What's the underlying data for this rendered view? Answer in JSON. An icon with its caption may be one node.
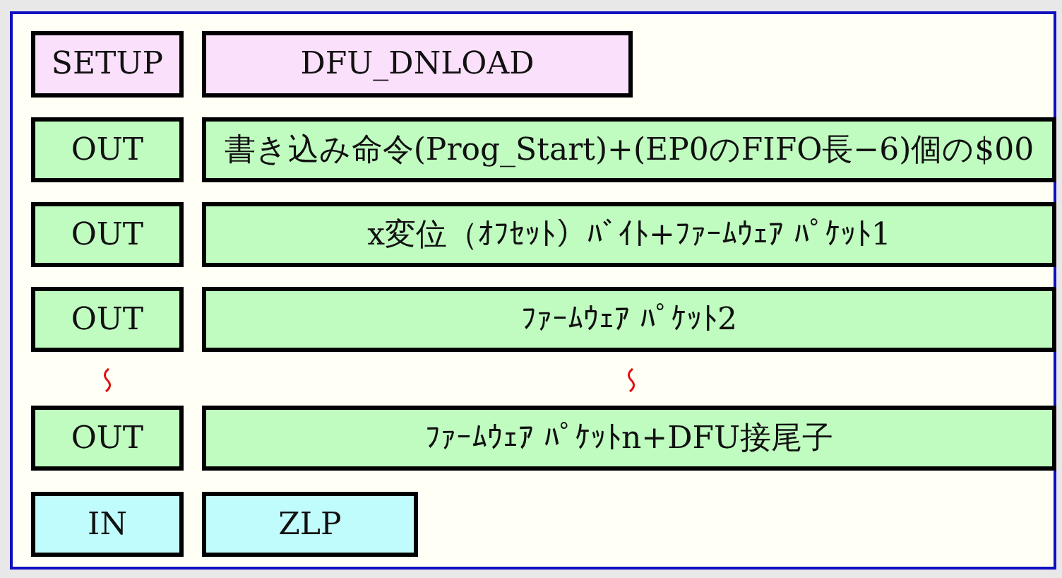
{
  "diagram": {
    "nodes": [
      {
        "text": [
          "SETUP"
        ]
      },
      {
        "text": [
          "DFU_DNLOAD"
        ]
      },
      {
        "text": [
          "OUT"
        ]
      },
      {
        "text": [
          "書き込み命令(Prog_Start)+(EP0のFIFO長−6)個の$00"
        ]
      },
      {
        "text": [
          "OUT"
        ]
      },
      {
        "text": [
          "x変位（ｵﾌｾｯﾄ）ﾊﾞｲﾄ+ﾌｧｰﾑｳｪｱ ﾊﾟｹｯﾄ1"
        ]
      },
      {
        "text": [
          "OUT"
        ]
      },
      {
        "text": [
          "ﾌｧｰﾑｳｪｱ ﾊﾟｹｯﾄ2"
        ]
      },
      {
        "text": [
          "OUT"
        ]
      },
      {
        "text": [
          "ﾌｧｰﾑｳｪｱ ﾊﾟｹｯﾄn+DFU接尾子"
        ]
      },
      {
        "text": [
          "IN"
        ]
      },
      {
        "text": [
          "ZLP"
        ]
      }
    ]
  }
}
